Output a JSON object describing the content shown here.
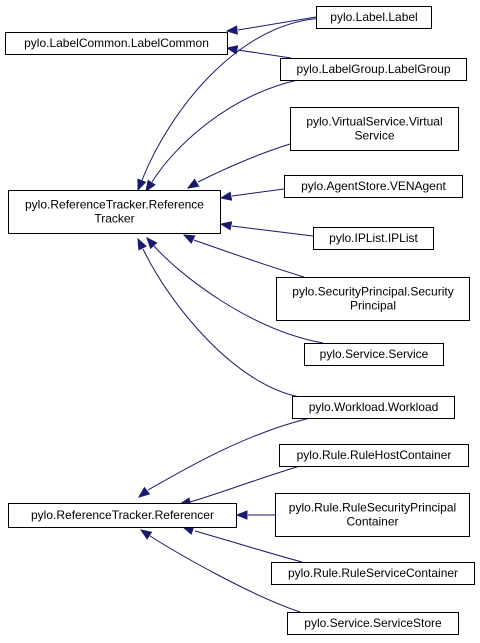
{
  "nodes": {
    "label_common": {
      "lines": [
        "pylo.LabelCommon.LabelCommon"
      ]
    },
    "label": {
      "lines": [
        "pylo.Label.Label"
      ]
    },
    "label_group": {
      "lines": [
        "pylo.LabelGroup.LabelGroup"
      ]
    },
    "reference_tracker": {
      "lines": [
        "pylo.ReferenceTracker.Reference",
        "Tracker"
      ]
    },
    "virtual_service": {
      "lines": [
        "pylo.VirtualService.Virtual",
        "Service"
      ]
    },
    "ven_agent": {
      "lines": [
        "pylo.AgentStore.VENAgent"
      ]
    },
    "ip_list": {
      "lines": [
        "pylo.IPList.IPList"
      ]
    },
    "security_principal": {
      "lines": [
        "pylo.SecurityPrincipal.Security",
        "Principal"
      ]
    },
    "service": {
      "lines": [
        "pylo.Service.Service"
      ]
    },
    "workload": {
      "lines": [
        "pylo.Workload.Workload"
      ]
    },
    "referencer": {
      "lines": [
        "pylo.ReferenceTracker.Referencer"
      ]
    },
    "rule_host_container": {
      "lines": [
        "pylo.Rule.RuleHostContainer"
      ]
    },
    "rule_security_principal_container": {
      "lines": [
        "pylo.Rule.RuleSecurityPrincipal",
        "Container"
      ]
    },
    "rule_service_container": {
      "lines": [
        "pylo.Rule.RuleServiceContainer"
      ]
    },
    "service_store": {
      "lines": [
        "pylo.Service.ServiceStore"
      ]
    }
  },
  "edges": [
    {
      "from": "label",
      "to": "label_common"
    },
    {
      "from": "label_group",
      "to": "label_common"
    },
    {
      "from": "label",
      "to": "reference_tracker"
    },
    {
      "from": "label_group",
      "to": "reference_tracker"
    },
    {
      "from": "virtual_service",
      "to": "reference_tracker"
    },
    {
      "from": "ven_agent",
      "to": "reference_tracker"
    },
    {
      "from": "ip_list",
      "to": "reference_tracker"
    },
    {
      "from": "security_principal",
      "to": "reference_tracker"
    },
    {
      "from": "service",
      "to": "reference_tracker"
    },
    {
      "from": "workload",
      "to": "reference_tracker"
    },
    {
      "from": "workload",
      "to": "referencer"
    },
    {
      "from": "rule_host_container",
      "to": "referencer"
    },
    {
      "from": "rule_security_principal_container",
      "to": "referencer"
    },
    {
      "from": "rule_service_container",
      "to": "referencer"
    },
    {
      "from": "service_store",
      "to": "referencer"
    }
  ],
  "colors": {
    "edge": "#191970",
    "node_border": "#000000",
    "node_fill": "#ffffff",
    "text": "#000000"
  }
}
